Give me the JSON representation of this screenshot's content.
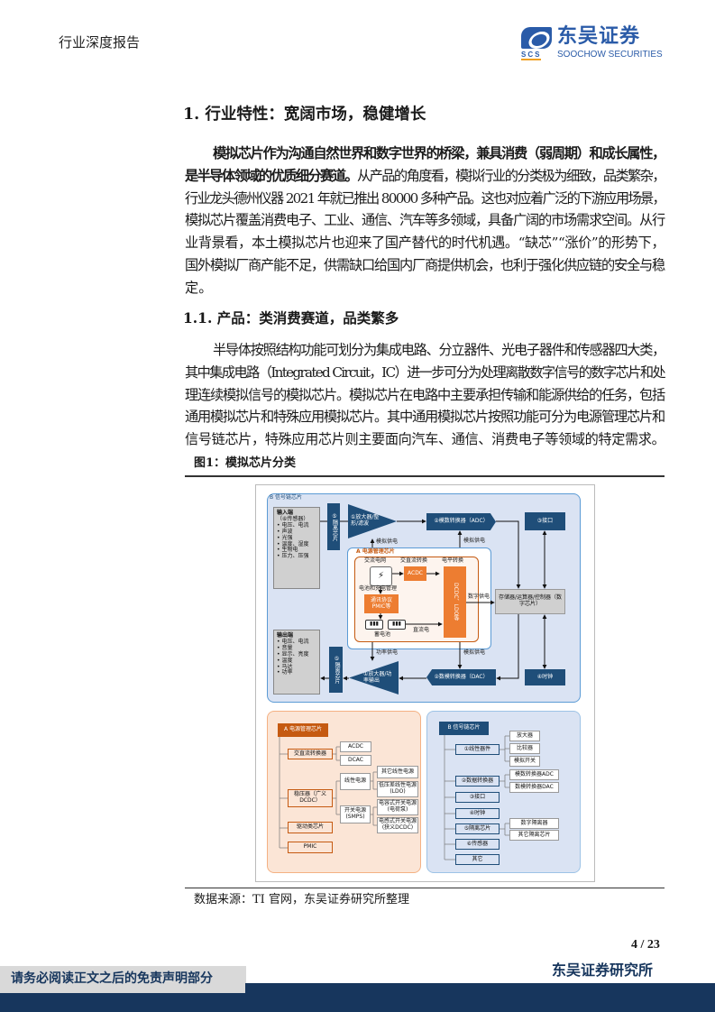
{
  "header": {
    "report_type": "行业深度报告",
    "logo_cn": "东吴证券",
    "logo_en": "SOOCHOW SECURITIES",
    "logo_abbr": "SCS",
    "brand_color": "#2a5ba8"
  },
  "section1": {
    "title": "1. 行业特性：宽阔市场，稳健增长",
    "paragraph": [
      [
        {
          "t": "模拟芯片作为沟通自然世界和数字世界的桥梁，兼具消费（弱周期）和成长属性，",
          "b": true
        }
      ],
      [
        {
          "t": "是半导体领域的优质细分赛道。",
          "b": true
        },
        {
          "t": "从产品的角度看，模拟行业的分类极为细致，品类繁杂，"
        }
      ],
      [
        {
          "t": "行业龙头德州仪器 2021 年就已推出 80000 多种产品。这也对应着广泛的下游应用场景，"
        }
      ],
      [
        {
          "t": "模拟芯片覆盖消费电子、工业、通信、汽车等多领域，具备广阔的市场需求空间。从行"
        }
      ],
      [
        {
          "t": "业背景看，本土模拟芯片也迎来了国产替代的时代机遇。“缺芯”“涨价”的形势下，"
        }
      ],
      [
        {
          "t": "国外模拟厂商产能不足，供需缺口给国内厂商提供机会，也利于强化供应链的安全与稳"
        }
      ],
      [
        {
          "t": "定。"
        }
      ]
    ]
  },
  "section1_1": {
    "title": "1.1.  产品：类消费赛道，品类繁多",
    "paragraph": [
      [
        {
          "t": "半导体按照结构功能可划分为集成电路、分立器件、光电子器件和传感器四大类，"
        }
      ],
      [
        {
          "t": "其中集成电路（Integrated Circuit，IC）进一步可分为处理离散数字信号的数字芯片和处"
        }
      ],
      [
        {
          "t": "理连续模拟信号的模拟芯片。模拟芯片在电路中主要承担传输和能源供给的任务，包括"
        }
      ],
      [
        {
          "t": "通用模拟芯片和特殊应用模拟芯片。其中通用模拟芯片按照功能可分为电源管理芯片和"
        }
      ],
      [
        {
          "t": "信号链芯片，特殊应用芯片则主要面向汽车、通信、消费电子等领域的特定需求。"
        }
      ]
    ]
  },
  "figure": {
    "label": "图1：模拟芯片分类",
    "source": "数据来源：TI 官网，东吴证券研究所整理"
  },
  "diagram": {
    "colors": {
      "navy": "#1f4e79",
      "orange": "#ed7d31",
      "signal_bg": "#dae3f3",
      "power_bg": "#fbe5d6"
    },
    "top": {
      "title": "B 信号链芯片",
      "input": {
        "title": "输入端",
        "subtitle": "（⑥传感器）",
        "items": [
          "电压、电流",
          "声波",
          "光强",
          "温度、湿度",
          "生物电",
          "压力、压强"
        ]
      },
      "isolator_in": "⑤隔离芯片",
      "amp_in": "①放大器/整形/滤波",
      "adc": "②模数转换器（ADC）",
      "interface": "③接口",
      "processor": "存储器/运算器/控制器（数字芯片）",
      "output": {
        "title": "输出端",
        "items": [
          "电压、电流",
          "音量",
          "显示、亮度",
          "温度",
          "马达",
          "功率"
        ]
      },
      "isolator_out": "⑤隔离芯片",
      "amp_out": "①放大器/功率输出",
      "dac": "②数模转换器（DAC）",
      "clock": "④时钟",
      "analog_supply_1": "模拟供电",
      "analog_supply_2": "模拟供电",
      "analog_supply_3": "模拟供电",
      "power_supply": "功率供电",
      "digital_supply": "数字供电",
      "power": {
        "title": "A 电源管理芯片",
        "ac_grid": "交流电网",
        "acdc_conv": "交直流转换",
        "level_conv": "电平转换",
        "acdc": "ACDC",
        "charge_mgmt": "电池和充电管理",
        "pmic": "通讯协议PMIC等",
        "battery": "蓄电池",
        "dc": "直流电",
        "dcdc": "DCDC、LDO等"
      }
    },
    "power_tree": {
      "title": "A 电源管理芯片",
      "acdc_converter": "交直流转换器",
      "acdc": "ACDC",
      "dcac": "DCAC",
      "regulator": "稳压器（广义DCDC）",
      "linear": "线性电源",
      "other_linear": "其它线性电源",
      "ldo": "低压差线性电源(LDO)",
      "smps": "开关电源(SMPS)",
      "cap_switch": "电容式开关电源(电荷泵)",
      "ind_switch": "电感式开关电源(狭义DCDC)",
      "driver": "驱动类芯片",
      "pmic": "PMIC"
    },
    "signal_tree": {
      "title": "B 信号链芯片",
      "linear": "①线性器件",
      "amplifier": "放大器",
      "comparator": "比较器",
      "analog_switch": "模拟开关",
      "converter": "②数据转换器",
      "adc": "模数转换器ADC",
      "dac": "数模转换器DAC",
      "interface": "③接口",
      "clock": "④时钟",
      "isolation": "⑤隔离芯片",
      "digital_iso": "数字隔离器",
      "other_iso": "其它隔离芯片",
      "sensor": "⑥传感器",
      "other": "其它"
    }
  },
  "footer": {
    "page": "4 / 23",
    "org": "东吴证券研究所",
    "disclaimer": "请务必阅读正文之后的免责声明部分"
  }
}
